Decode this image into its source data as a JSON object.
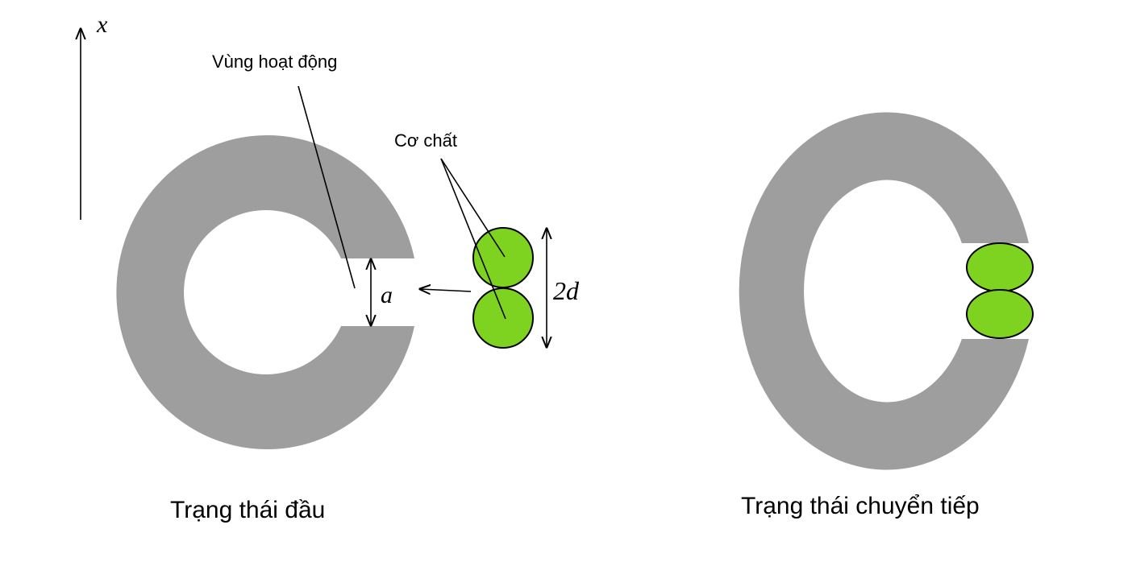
{
  "axis": {
    "label": "x"
  },
  "left_panel": {
    "caption": "Trạng thái đầu",
    "active_site_label": "Vùng hoạt động",
    "substrate_label": "Cơ chất",
    "gap_label": "a",
    "height_label": "2d"
  },
  "right_panel": {
    "caption": "Trạng thái chuyển tiếp"
  },
  "colors": {
    "enzyme": "#9e9e9e",
    "substrate": "#7ed321"
  }
}
